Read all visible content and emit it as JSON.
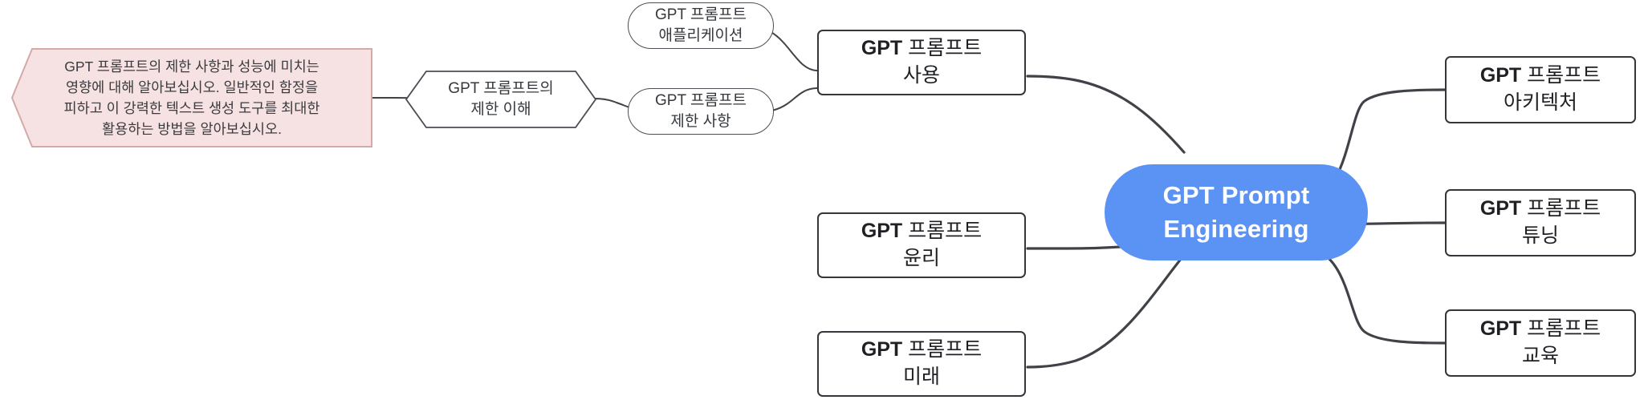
{
  "diagram": {
    "type": "mindmap",
    "title_node": "GPT Prompt Engineering",
    "colors": {
      "central_fill": "#5b93f5",
      "central_text": "#ffffff",
      "node_border": "#33363b",
      "node_fill": "#ffffff",
      "edge_stroke": "#3f4247",
      "note_fill": "#f6e2e2",
      "note_border": "#d6a9a9",
      "text": "#1f2023"
    }
  },
  "central": {
    "label": "GPT Prompt\nEngineering",
    "shape": "capsule"
  },
  "branches_right": [
    {
      "id": "architecture",
      "label_bold": "GPT",
      "label": "프롬프트\n아키텍처",
      "shape": "rect"
    },
    {
      "id": "tuning",
      "label_bold": "GPT",
      "label": "프롬프트\n튜닝",
      "shape": "rect"
    },
    {
      "id": "education",
      "label_bold": "GPT",
      "label": "프롬프트\n교육",
      "shape": "rect"
    }
  ],
  "branches_left": [
    {
      "id": "usage",
      "label_bold": "GPT",
      "label": "프롬프트\n사용",
      "shape": "rect"
    },
    {
      "id": "ethics",
      "label_bold": "GPT",
      "label": "프롬프트\n윤리",
      "shape": "rect"
    },
    {
      "id": "future",
      "label_bold": "GPT",
      "label": "프롬프트\n미래",
      "shape": "rect"
    }
  ],
  "sub_nodes": [
    {
      "id": "application",
      "label": "GPT 프롬프트\n애플리케이션",
      "shape": "stadium"
    },
    {
      "id": "limitations",
      "label": "GPT 프롬프트\n제한 사항",
      "shape": "stadium"
    }
  ],
  "hex_node": {
    "id": "understanding-limits",
    "label": "GPT 프롬프트의\n제한 이해",
    "shape": "hexagon"
  },
  "note": {
    "id": "limits-note",
    "label": "GPT 프롬프트의 제한 사항과 성능에 미치는\n영향에 대해 알아보십시오. 일반적인 함정을\n피하고 이 강력한 텍스트 생성 도구를 최대한\n활용하는 방법을 알아보십시오.",
    "shape": "note-polygon"
  }
}
